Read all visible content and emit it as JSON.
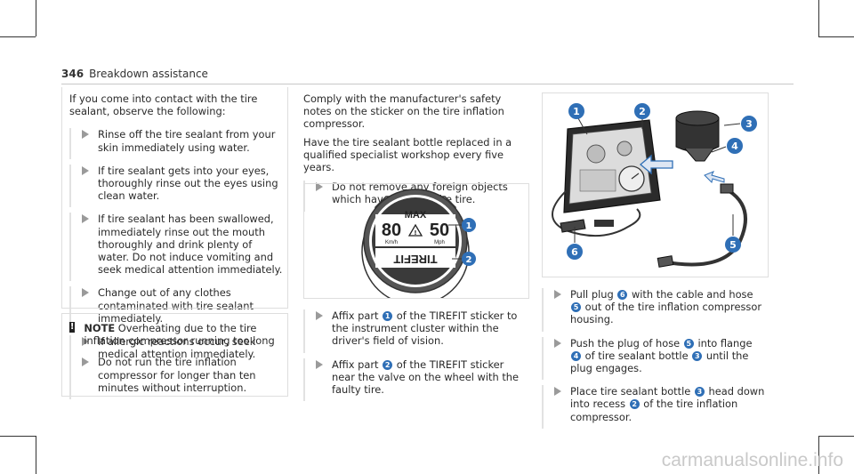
{
  "header": {
    "page_number": "346",
    "section": "Breakdown assistance"
  },
  "left": {
    "intro": "If you come into contact with the tire sealant, observe the following:",
    "bullets": [
      "Rinse off the tire sealant from your skin immediately using water.",
      "If tire sealant gets into your eyes, thoroughly rinse out the eyes using clean water.",
      "If tire sealant has been swallowed, immediately rinse out the mouth thoroughly and drink plenty of water. Do not induce vomiting and seek medical attention immediately.",
      "Change out of any clothes contaminated with tire sealant immediately.",
      "If allergic reactions occur, seek medical attention immediately."
    ],
    "note_icon": "!",
    "note_label": "NOTE",
    "note_text": "Overheating due to the tire inflation compressor running too long",
    "note_bullet": "Do not run the tire inflation compressor for longer than ten minutes without interruption."
  },
  "middle": {
    "para1": "Comply with the manufacturer's safety notes on the sticker on the tire inflation compressor.",
    "para2": "Have the tire sealant bottle replaced in a qualified specialist workshop every five years.",
    "bullet1": "Do not remove any foreign objects which have entered the tire.",
    "sticker": {
      "max": "MAX",
      "kmh_value": "80",
      "mph_value": "50",
      "kmh_unit": "Km/h",
      "mph_unit": "Mph",
      "brand": "TIREFIT"
    },
    "callouts": [
      "1",
      "2"
    ],
    "bullet2": {
      "pre": "Affix part",
      "num": "1",
      "post": "of the TIREFIT sticker to the instrument cluster within the driver's field of vision."
    },
    "bullet3": {
      "pre": "Affix part",
      "num": "2",
      "post": "of the TIREFIT sticker near the valve on the wheel with the faulty tire."
    }
  },
  "right": {
    "callouts": [
      "1",
      "2",
      "3",
      "4",
      "5",
      "6"
    ],
    "steps": [
      {
        "a": "Pull plug",
        "n1": "6",
        "b": "with the cable and hose",
        "n2": "5",
        "c": "out of the tire inflation compressor housing."
      },
      {
        "a": "Push the plug of hose",
        "n1": "5",
        "b": "into flange",
        "n2": "4",
        "c": "of tire sealant bottle",
        "n3": "3",
        "d": "until the plug engages."
      },
      {
        "a": "Place tire sealant bottle",
        "n1": "3",
        "b": "head down into recess",
        "n2": "2",
        "c": "of the tire inflation compressor."
      }
    ]
  },
  "colors": {
    "callout": "#2f6fb6",
    "arrow": "#9a9a9a"
  },
  "watermark": "carmanualsonline.info"
}
